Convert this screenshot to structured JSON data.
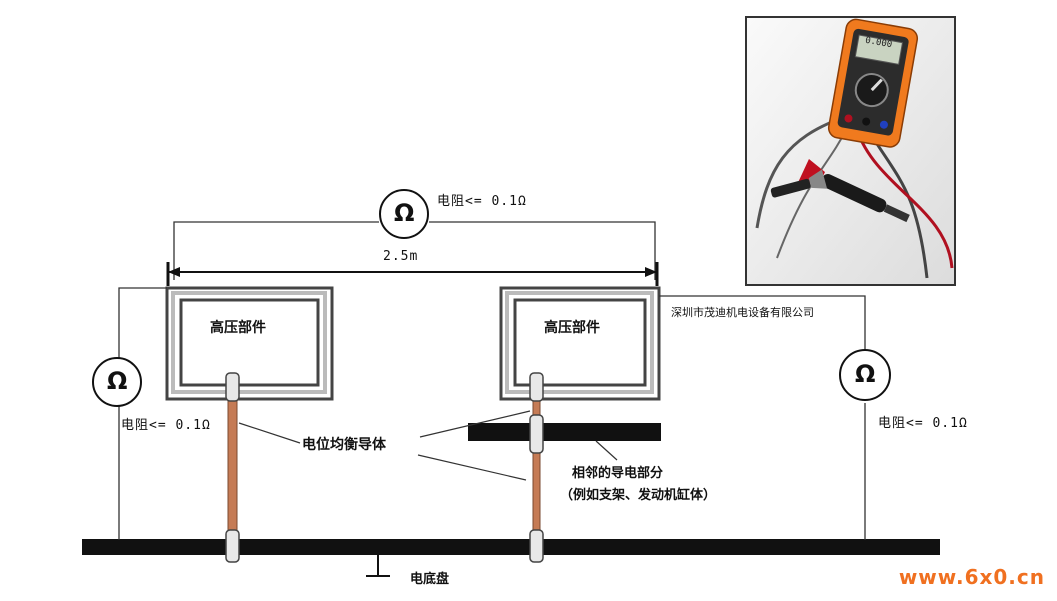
{
  "components": {
    "left": {
      "label": "高压部件"
    },
    "right": {
      "label": "高压部件"
    }
  },
  "meters": {
    "top": {
      "symbol": "Ω",
      "resistance": "电阻<= 0.1Ω"
    },
    "left": {
      "symbol": "Ω",
      "resistance": "电阻<= 0.1Ω"
    },
    "right": {
      "symbol": "Ω",
      "resistance": "电阻<= 0.1Ω"
    }
  },
  "distance": "2.5m",
  "conductor_label": "电位均衡导体",
  "adjacent_label_line1": "相邻的导电部分",
  "adjacent_label_line2": "（例如支架、发动机缸体）",
  "chassis_label": "电底盘",
  "company": "深圳市茂迪机电设备有限公司",
  "watermark": "www.6x0.cn",
  "meter_display": "0.000",
  "colors": {
    "conductor": "#c57b55",
    "multimeter_body": "#f07a1e",
    "watermark": "#f07020"
  }
}
